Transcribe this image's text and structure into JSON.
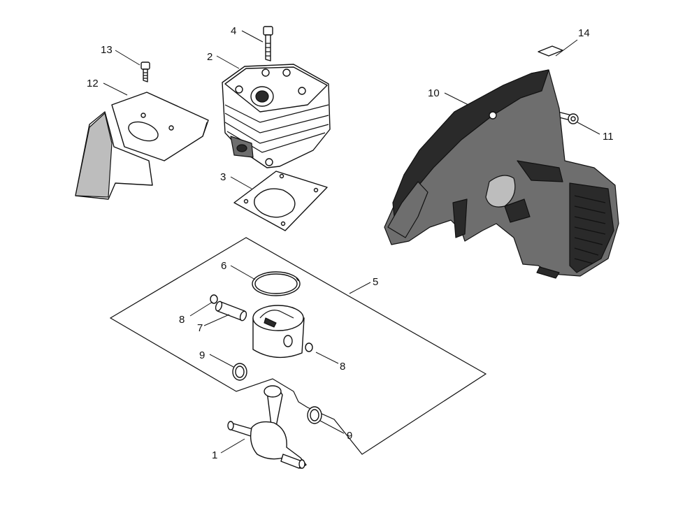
{
  "callouts": {
    "c1": "1",
    "c2": "2",
    "c3": "3",
    "c4": "4",
    "c5": "5",
    "c6": "6",
    "c7": "7",
    "c8a": "8",
    "c8b": "8",
    "c9a": "9",
    "c9b": "9",
    "c10": "10",
    "c11": "11",
    "c12": "12",
    "c13": "13",
    "c14": "14"
  }
}
